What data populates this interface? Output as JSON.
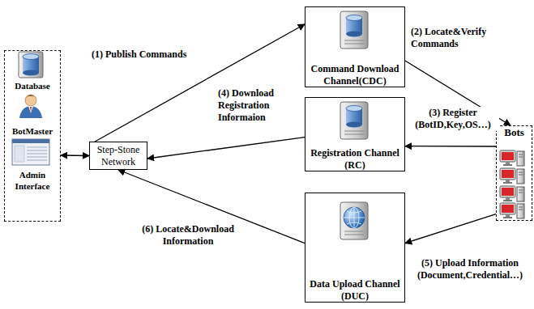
{
  "diagram": {
    "nodes": [
      {
        "text": [
          "Database",
          "BotMaster",
          "Admin Interface"
        ]
      },
      {
        "text": [
          "Step-Stone Network"
        ]
      },
      {
        "text": [
          "Command Download Channel(CDC)"
        ]
      },
      {
        "text": [
          "Registration Channel (RC)"
        ]
      },
      {
        "text": [
          "Data Upload Channel (DUC)"
        ]
      },
      {
        "text": [
          "Bots"
        ]
      }
    ],
    "edges": [
      {
        "from": 0,
        "to": 1,
        "arrow": "both"
      },
      {
        "from": 1,
        "to": 2,
        "arrow": "to",
        "label": "(1) Publish Commands"
      },
      {
        "from": 2,
        "to": 5,
        "arrow": "to",
        "label": "(2) Locate&Verify Commands"
      },
      {
        "from": 5,
        "to": 3,
        "arrow": "to",
        "label": "(3) Register (BotID,Key,OS…)"
      },
      {
        "from": 3,
        "to": 1,
        "arrow": "to",
        "label": "(4) Download Registration Informaion"
      },
      {
        "from": 5,
        "to": 4,
        "arrow": "to",
        "label": "(5) Upload Information (Document,Credential…)"
      },
      {
        "from": 4,
        "to": 1,
        "arrow": "to",
        "label": "(6) Locate&Download Information"
      }
    ]
  }
}
